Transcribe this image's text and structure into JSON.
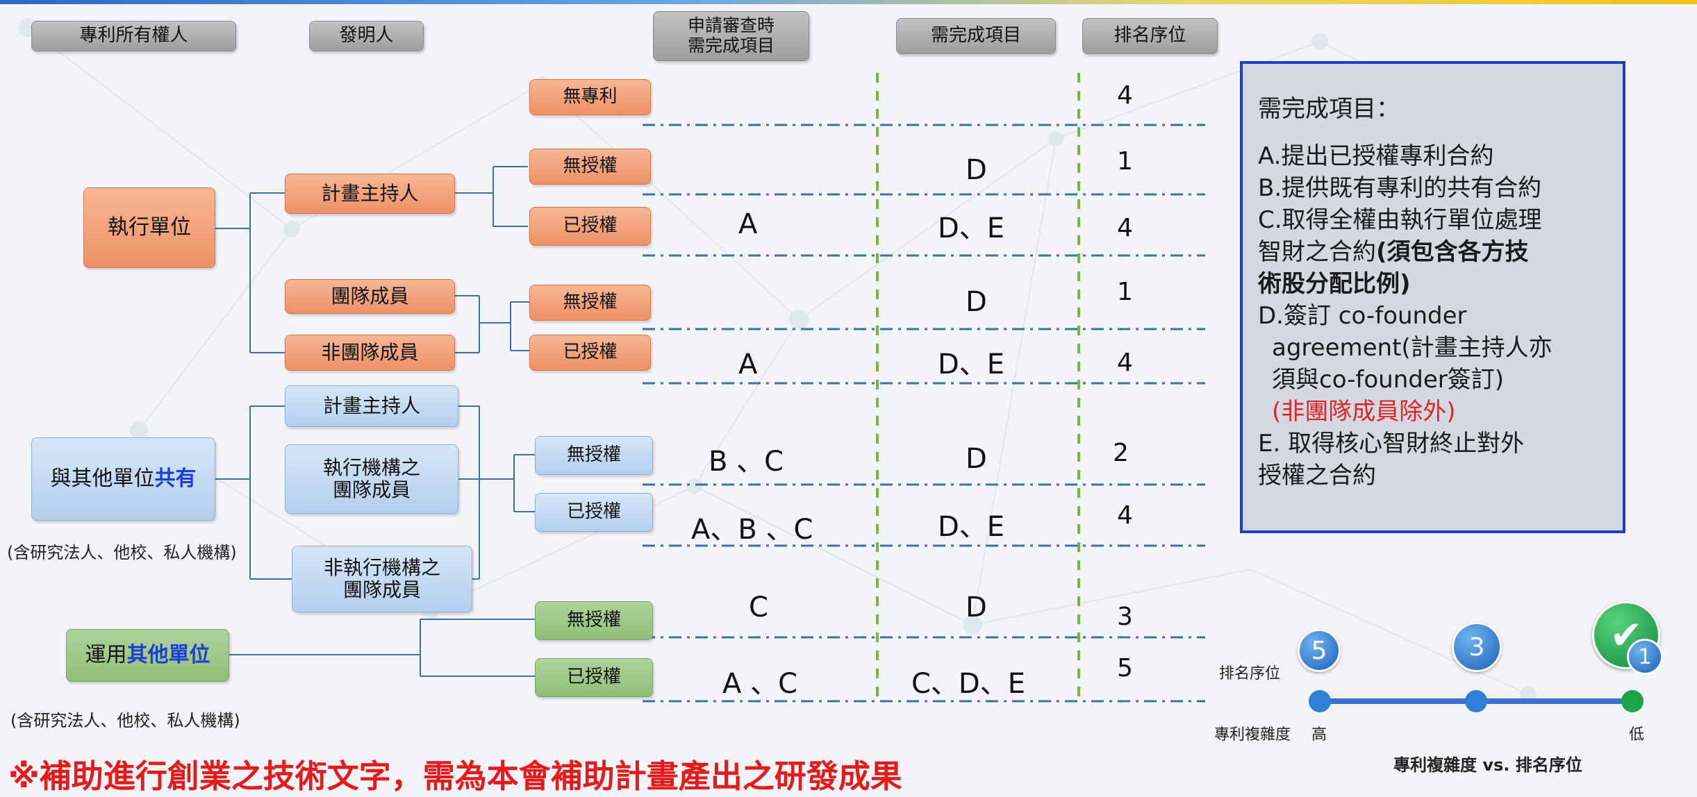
{
  "headers": {
    "owner": "專利所有權人",
    "inventor": "發明人",
    "review_items": "申請審查時\n需完成項目",
    "items": "需完成項目",
    "rank": "排名序位"
  },
  "owners": {
    "exec_unit": "執行單位",
    "shared_prefix": "與其他單位",
    "shared_highlight": "共有",
    "other_prefix": "運用",
    "other_highlight": "其他單位",
    "note": "(含研究法人、他校、私人機構)"
  },
  "inventors": {
    "pi": "計畫主持人",
    "team": "團隊成員",
    "non_team": "非團隊成員",
    "pi2": "計畫主持人",
    "inst_team": "執行機構之\n團隊成員",
    "non_inst_team": "非執行機構之\n團隊成員"
  },
  "licenses": {
    "none_patent": "無專利",
    "unlicensed": "無授權",
    "licensed": "已授權"
  },
  "rows": [
    {
      "review": "",
      "items": "",
      "rank": "4"
    },
    {
      "review": "",
      "items": "D",
      "rank": "1"
    },
    {
      "review": "A",
      "items": "D、E",
      "rank": "4"
    },
    {
      "review": "",
      "items": "D",
      "rank": "1"
    },
    {
      "review": "A",
      "items": "D、E",
      "rank": "4"
    },
    {
      "review": "B 、C",
      "items": "D",
      "rank": "2"
    },
    {
      "review": "A、B 、C",
      "items": "D、E",
      "rank": "4"
    },
    {
      "review": "C",
      "items": "D",
      "rank": "3"
    },
    {
      "review": "A 、C",
      "items": "C、D、E",
      "rank": "5"
    }
  ],
  "legend": {
    "title": "需完成項目：",
    "a": "A.提出已授權專利合約",
    "b": "B.提供既有專利的共有合約",
    "c1": "C.取得全權由執行單位處理",
    "c2_plain": "智財之合約",
    "c2_bold": "(須包含各方技",
    "c3_bold": "術股分配比例)",
    "d1": "D.簽訂 co-founder",
    "d2": "agreement(計畫主持人亦",
    "d3": "須與co-founder簽訂)",
    "d4": "(非團隊成員除外)",
    "e1": "E. 取得核心智財終止對外",
    "e2": "授權之合約"
  },
  "scale": {
    "rank_label": "排名序位",
    "complexity_label": "專利複雜度",
    "high": "高",
    "low": "低",
    "badge_left": "5",
    "badge_mid": "3",
    "badge_right": "1",
    "caption": "專利複雜度 vs. 排名序位",
    "colors": {
      "blue": "#2f7fd6",
      "green": "#1fa34a",
      "track": "#3b6fd1"
    }
  },
  "footer": "※補助進行創業之技術文字，需為本會補助計畫產出之研發成果"
}
